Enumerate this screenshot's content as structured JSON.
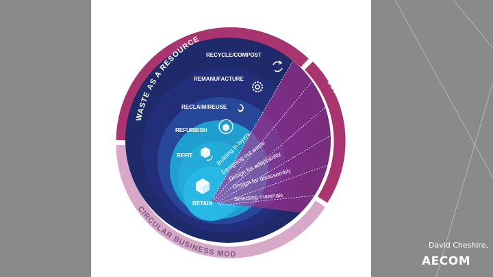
{
  "slide": {
    "credit": "David Cheshire,",
    "logo": "AECOM"
  },
  "diagram": {
    "outer_labels": {
      "waste_as_a_resource": "WASTE AS A RESOURCE",
      "design_principles": "DESIGN PRINCIPLES",
      "circular_business_models": "CIRCULAR BUSINESS MODELS"
    },
    "stages": {
      "recycle": "RECYCLE/COMPOST",
      "remanufacture": "REMANUFACTURE",
      "reclaim": "RECLAIM/REUSE",
      "refurbish": "REFURBISH",
      "refit": "REFIT",
      "retain": "RETAIN"
    },
    "principles": [
      "Building in layers",
      "Designing out waste",
      "Design for adaptability",
      "Design for disassembly",
      "Selecting materials"
    ],
    "colors": {
      "ring_magenta": "#a8356f",
      "ring_pink": "#d8a8c8",
      "circle_navy": "#1f2a6b",
      "circle_blue": "#27489a",
      "circle_teal": "#1f9fcf",
      "circle_cyan": "#27b8e6",
      "fan_magenta": "#b02f8c"
    },
    "icons": {
      "recycle": "recycle-arrows-icon",
      "remanufacture": "gear-icon",
      "reclaim": "return-arrow-icon",
      "refurbish": "refurbish-box-icon",
      "refit": "refit-box-icon",
      "retain": "cube-icon"
    }
  }
}
